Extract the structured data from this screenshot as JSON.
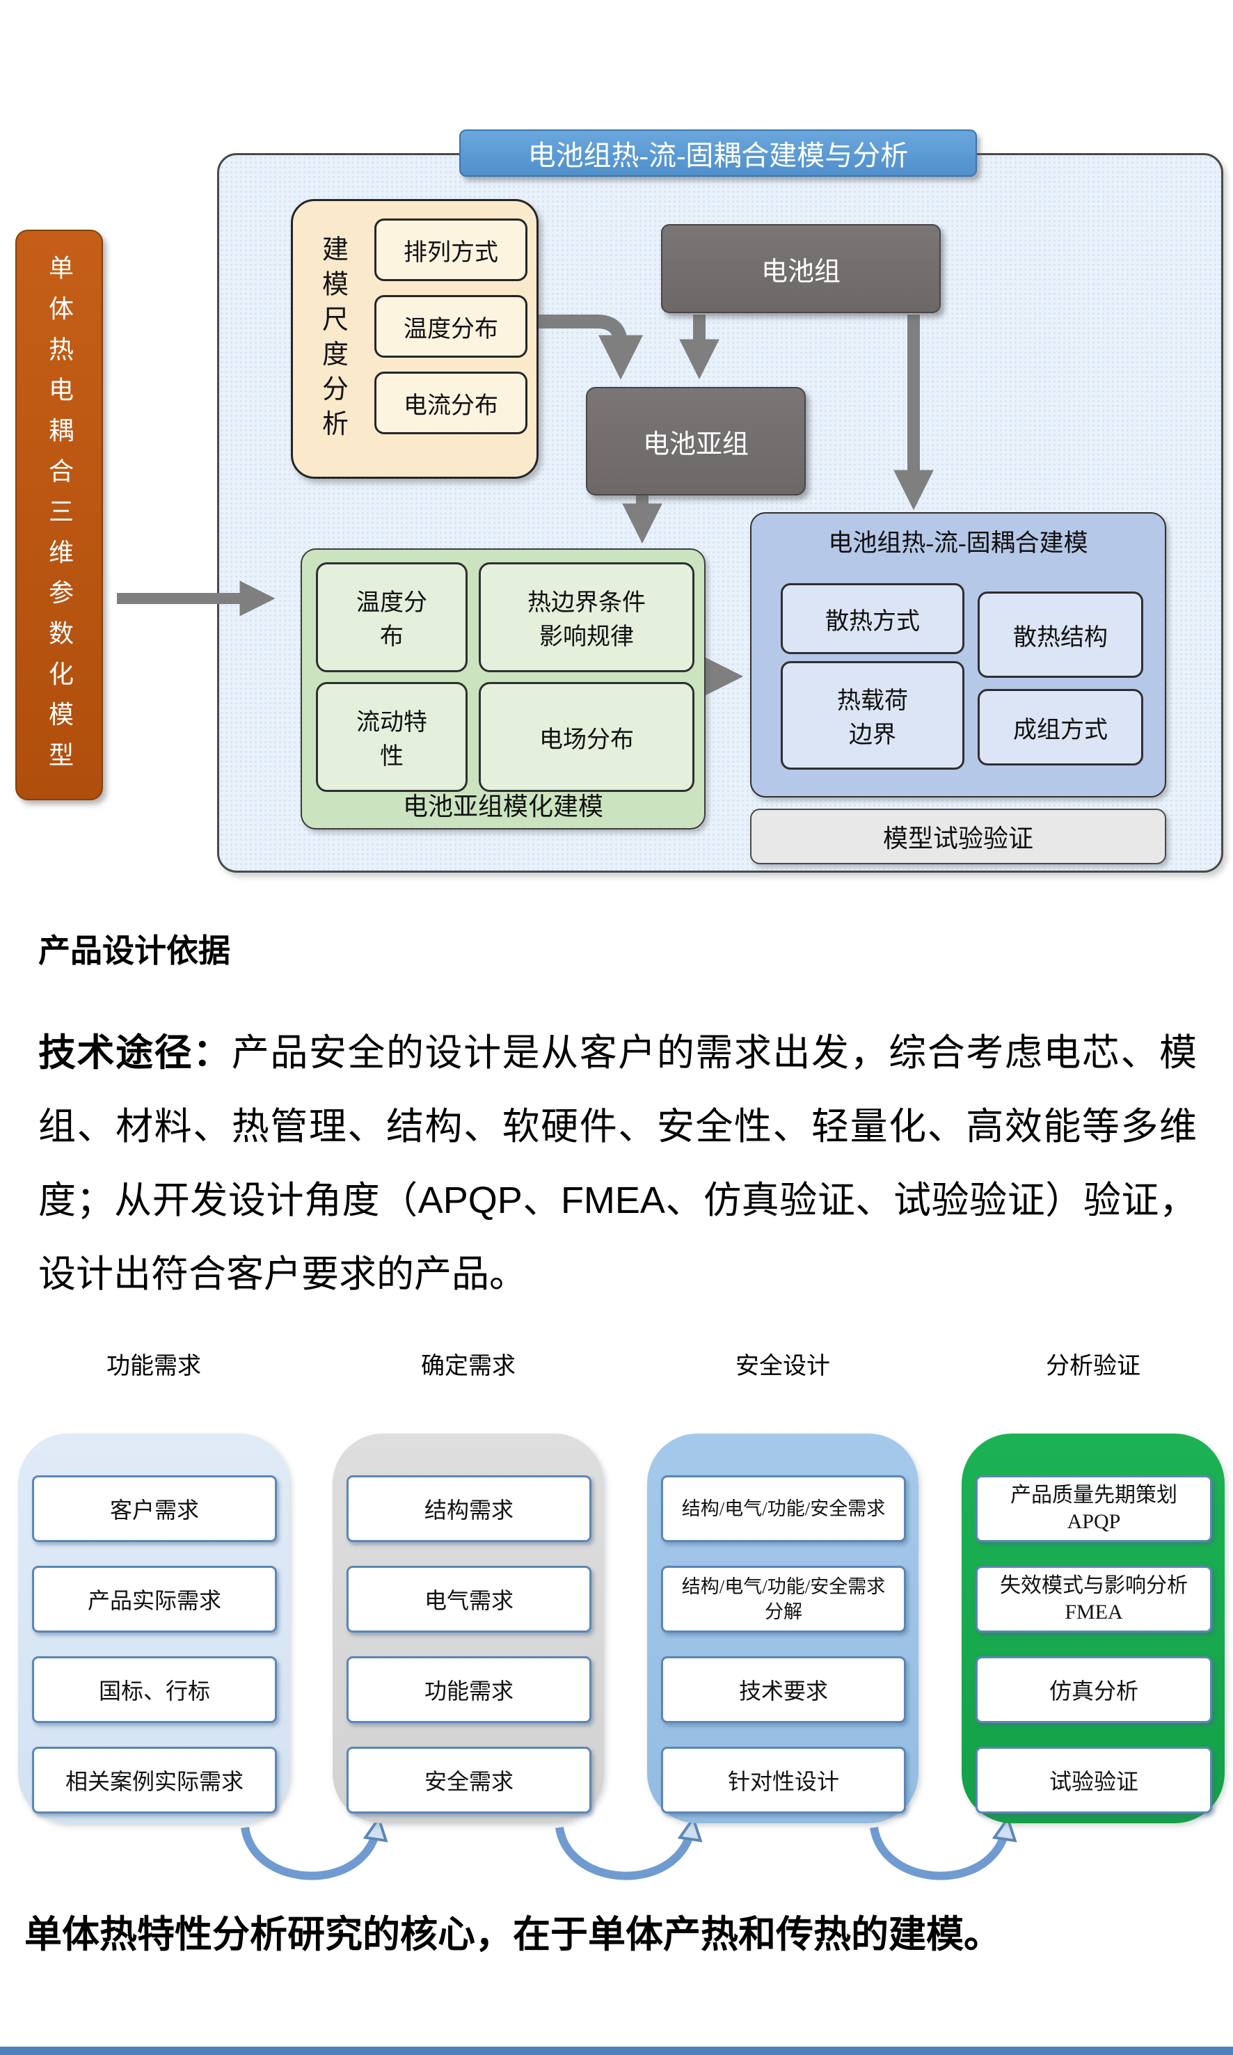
{
  "top_diagram": {
    "title": "电池组热-流-固耦合建模与分析",
    "monomer_model": "单体热电耦合三维参数化模型",
    "scale_analysis": {
      "label": "建模尺度分析",
      "items": [
        "排列方式",
        "温度分布",
        "电流分布"
      ]
    },
    "battery_pack": "电池组",
    "battery_subpack": "电池亚组",
    "subpack_modeling": {
      "label": "电池亚组模化建模",
      "items": [
        "温度分\n布",
        "热边界条件\n影响规律",
        "流动特\n性",
        "电场分布"
      ]
    },
    "coupling_modeling": {
      "label": "电池组热-流-固耦合建模",
      "items": [
        "散热方式",
        "散热结构",
        "热载荷\n边界",
        "成组方式"
      ]
    },
    "model_validation": "模型试验验证"
  },
  "section": {
    "heading": "产品设计依据",
    "paragraph_label": "技术途径：",
    "paragraph_body": "产品安全的设计是从客户的需求出发，综合考虑电芯、模组、材料、热管理、结构、软硬件、安全性、轻量化、高效能等多维度；从开发设计角度（APQP、FMEA、仿真验证、试验验证）验证，设计出符合客户要求的产品。"
  },
  "flow": {
    "columns": [
      {
        "header": "功能需求",
        "fill": "#d9e6f4",
        "items": [
          "客户需求",
          "产品实际需求",
          "国标、行标",
          "相关案例实际需求"
        ]
      },
      {
        "header": "确定需求",
        "fill": "#d9d9d9",
        "items": [
          "结构需求",
          "电气需求",
          "功能需求",
          "安全需求"
        ]
      },
      {
        "header": "安全设计",
        "fill": "#9dc3e6",
        "items": [
          "结构/电气/功能/安全需求",
          "结构/电气/功能/安全需求\n分解",
          "技术要求",
          "针对性设计"
        ]
      },
      {
        "header": "分析验证",
        "fill": "#17a94e",
        "items": [
          "产品质量先期策划\nAPQP",
          "失效模式与影响分析\nFMEA",
          "仿真分析",
          "试验验证"
        ]
      }
    ]
  },
  "footer_note": "单体热特性分析研究的核心，在于单体产热和传热的建模。",
  "colors": {
    "diagram_title_bar": "#5b9bd5",
    "container_fill": "#e9f1fb",
    "monomer_box": "#bf5712",
    "scale_box": "#fbe9cc",
    "gray_box": "#757070",
    "subpack_modeling_fill": "#cbe4bf",
    "coupling_box_fill": "#b6c8e8",
    "validation_fill": "#e9e8e8",
    "arrow_gray": "#7f7f7f",
    "swoosh_blue": "#6f9bd1",
    "bottom_bar": "#4f81bd"
  }
}
